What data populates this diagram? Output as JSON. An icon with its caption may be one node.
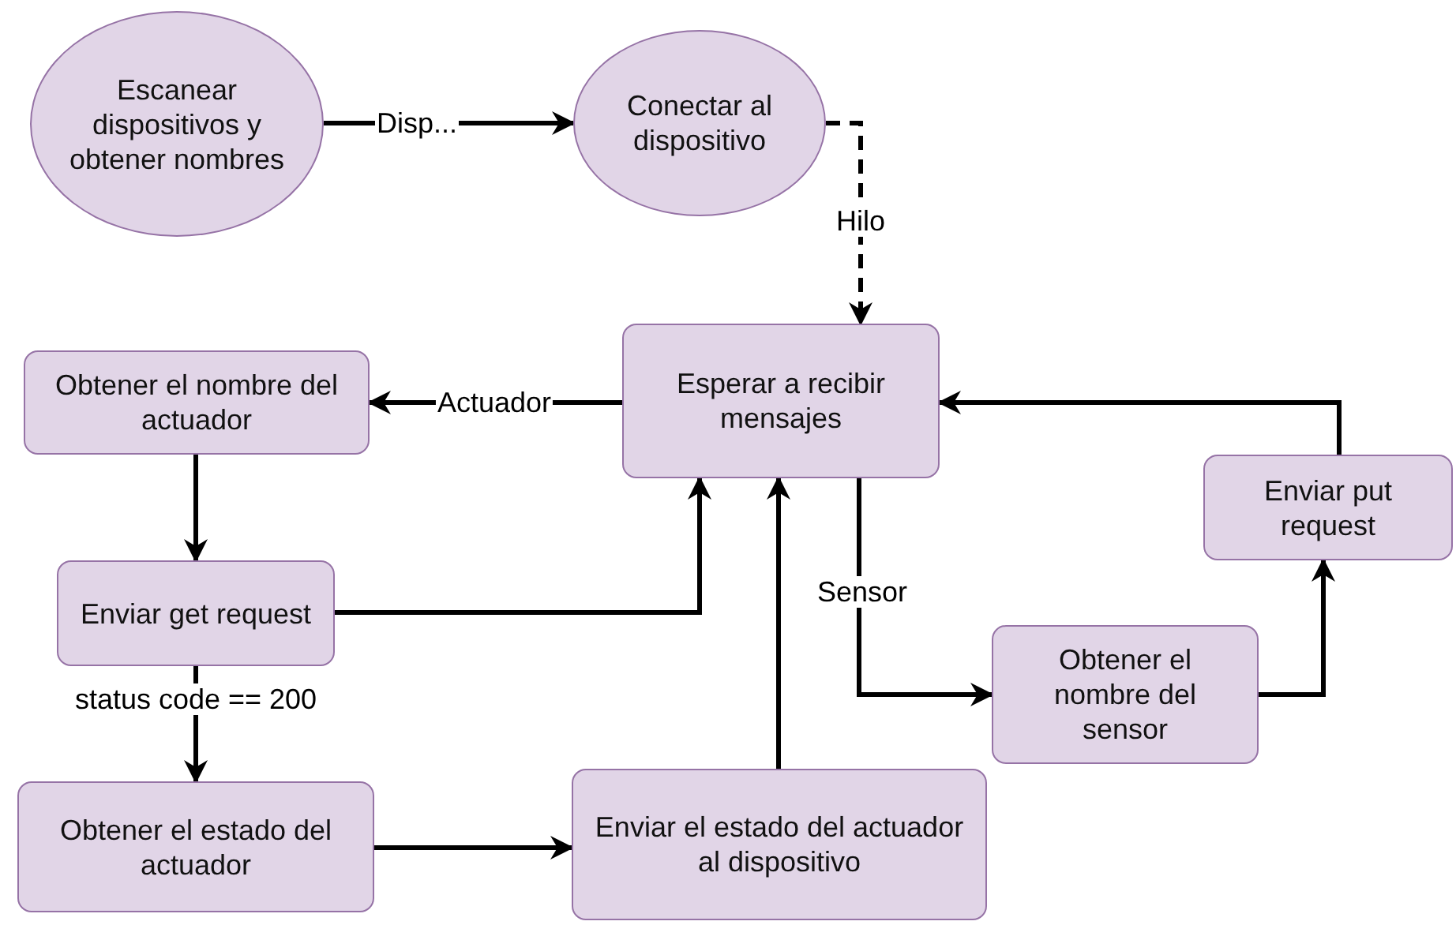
{
  "diagram": {
    "nodes": [
      {
        "text": [
          "Escanear dispositivos y obtener nombres"
        ]
      },
      {
        "text": [
          "Conectar al dispositivo"
        ]
      },
      {
        "text": [
          "Esperar a recibir mensajes"
        ]
      },
      {
        "text": [
          "Obtener el nombre del actuador"
        ]
      },
      {
        "text": [
          "Enviar get request"
        ]
      },
      {
        "text": [
          "Obtener el estado del actuador"
        ]
      },
      {
        "text": [
          "Enviar el estado del actuador al dispositivo"
        ]
      },
      {
        "text": [
          "Obtener el nombre del sensor"
        ]
      },
      {
        "text": [
          "Enviar put request"
        ]
      }
    ],
    "edges": [
      {
        "from": 0,
        "to": 1,
        "arrow": "to",
        "label": "Disp..."
      },
      {
        "from": 1,
        "to": 2,
        "arrow": "to",
        "label": "Hilo",
        "style": "dashed"
      },
      {
        "from": 2,
        "to": 3,
        "arrow": "to",
        "label": "Actuador"
      },
      {
        "from": 3,
        "to": 4,
        "arrow": "to"
      },
      {
        "from": 4,
        "to": 2,
        "arrow": "to"
      },
      {
        "from": 4,
        "to": 5,
        "arrow": "to",
        "label": "status code == 200"
      },
      {
        "from": 5,
        "to": 6,
        "arrow": "to"
      },
      {
        "from": 6,
        "to": 2,
        "arrow": "to"
      },
      {
        "from": 2,
        "to": 7,
        "arrow": "to",
        "label": "Sensor"
      },
      {
        "from": 7,
        "to": 8,
        "arrow": "to"
      },
      {
        "from": 8,
        "to": 2,
        "arrow": "to"
      }
    ]
  }
}
